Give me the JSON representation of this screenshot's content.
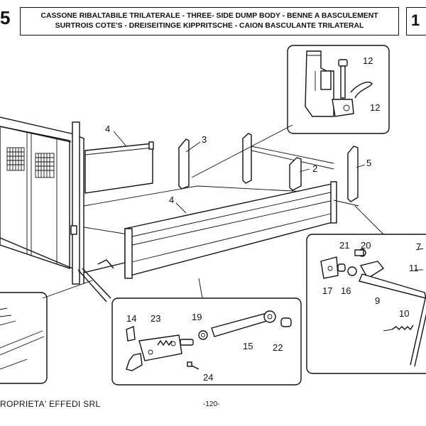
{
  "header": {
    "section_number": "5",
    "title_line1": "CASSONE RIBALTABILE TRILATERALE - THREE- SIDE DUMP BODY - BENNE A BASCULEMENT",
    "title_line2": "SURTROIS COTE'S - DREISEITINGE KIPPRITSCHE - CAION BASCULANTE TRILATERAL",
    "page_box": "1"
  },
  "footer": {
    "owner": "ROPRIETA' EFFEDI SRL",
    "page_number": "-120-"
  },
  "callouts": [
    "12",
    "12",
    "4",
    "3",
    "2",
    "5",
    "4",
    "21",
    "20",
    "7",
    "11",
    "17",
    "16",
    "9",
    "10",
    "14",
    "23",
    "19",
    "15",
    "22",
    "24"
  ]
}
